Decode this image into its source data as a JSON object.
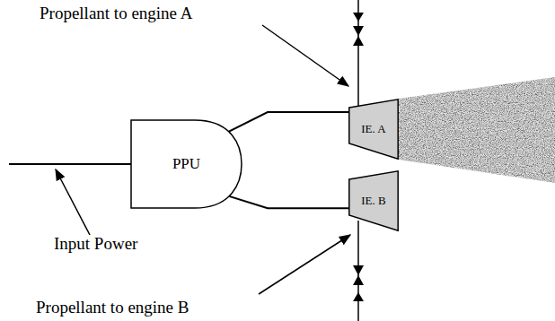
{
  "diagram": {
    "nodes": [
      {
        "text": [
          "PPU"
        ]
      },
      {
        "text": [
          "IE. A"
        ]
      },
      {
        "text": [
          "IE. B"
        ]
      }
    ],
    "edges": [
      {
        "from": 0,
        "to": 1,
        "arrow": "none"
      },
      {
        "from": 0,
        "to": 2,
        "arrow": "none"
      }
    ],
    "labels": [
      "Propellant to engine A",
      "Input Power",
      "Propellant to engine B"
    ]
  }
}
